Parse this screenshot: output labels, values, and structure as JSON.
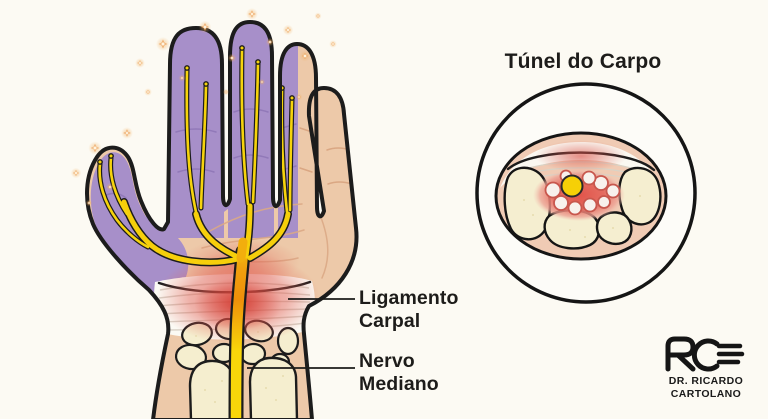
{
  "page": {
    "background_color": "#fcfaf3",
    "text_color": "#1d1c1a",
    "language": "pt-BR",
    "subject": "carpal tunnel syndrome medical illustration"
  },
  "annotations": {
    "ligament": {
      "line1": "Ligamento",
      "line2": "Carpal"
    },
    "median_nerve": {
      "line1": "Nervo",
      "line2": "Mediano"
    }
  },
  "inset": {
    "title": "Túnel do Carpo"
  },
  "logo": {
    "monogram": "RC",
    "name_line1": "DR. RICARDO",
    "name_line2": "CARTOLANO"
  },
  "illustration_colors": {
    "skin": "#edc9a9",
    "purple_nerve_territory": "#a78fc9",
    "nerve_yellow": "#f8d60a",
    "nerve_inflamed_orange": "#ee8f0a",
    "inflammation_red": "#df4f46",
    "ligament_white": "#fbfaf4",
    "bone_cream": "#f5eecf",
    "outline_black": "#1c1c1c"
  }
}
